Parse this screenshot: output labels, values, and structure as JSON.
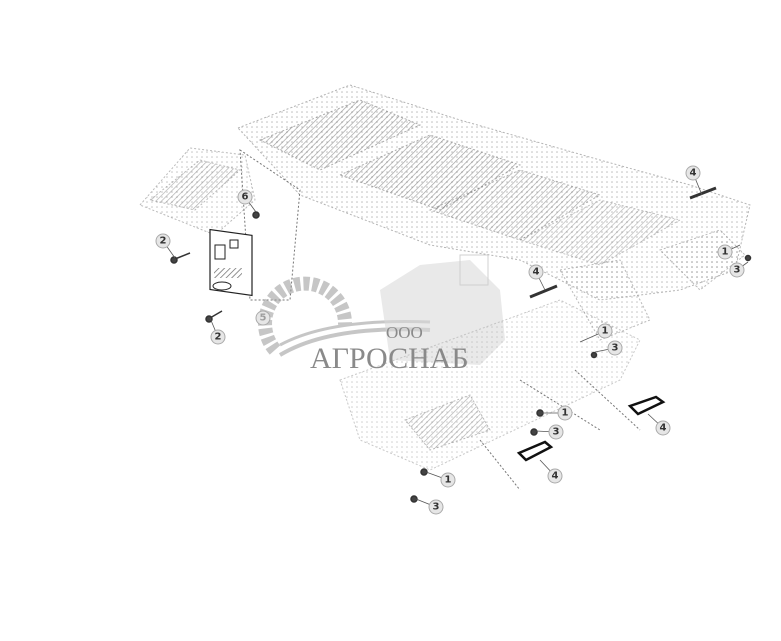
{
  "diagram": {
    "callouts": [
      {
        "label": "6"
      },
      {
        "label": "2"
      },
      {
        "label": "2"
      },
      {
        "label": "5"
      },
      {
        "label": "4"
      },
      {
        "label": "1"
      },
      {
        "label": "3"
      },
      {
        "label": "4"
      },
      {
        "label": "1"
      },
      {
        "label": "3"
      },
      {
        "label": "1"
      },
      {
        "label": "3"
      },
      {
        "label": "4"
      },
      {
        "label": "4"
      },
      {
        "label": "1"
      },
      {
        "label": "3"
      }
    ],
    "line_color": "#555555",
    "hatch_color": "#777777"
  },
  "watermark": {
    "prefix": "ООО",
    "brand": "АГРОСНАБ",
    "color": "#8a8a8a"
  }
}
